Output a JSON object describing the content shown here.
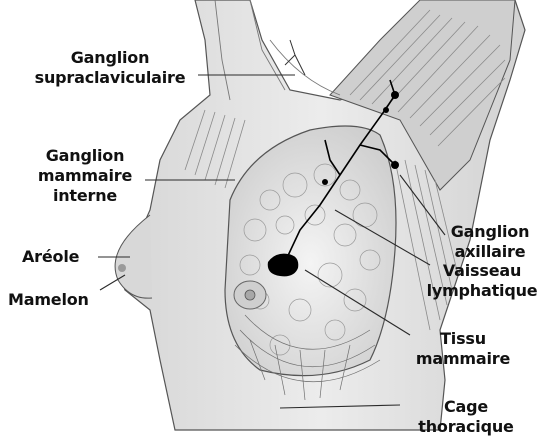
{
  "labels": {
    "ganglion_supraclaviculaire": [
      "Ganglion",
      "supraclaviculaire"
    ],
    "ganglion_mammaire_interne": [
      "Ganglion",
      "mammaire",
      "interne"
    ],
    "areole": "Aréole",
    "mamelon": "Mamelon",
    "ganglion_axillaire": [
      "Ganglion",
      "axillaire"
    ],
    "vaisseau_lymphatique": [
      "Vaisseau",
      "lymphatique"
    ],
    "tissu_mammaire": [
      "Tissu",
      "mammaire"
    ],
    "cage_thoracique": [
      "Cage",
      "thoracique"
    ]
  },
  "colors": {
    "text": "#111111",
    "leader_line": "#2a2a2a",
    "skin_shading": "#d8d8d8",
    "muscle_lines": "#8a8a8a",
    "tumor": "#000000"
  }
}
